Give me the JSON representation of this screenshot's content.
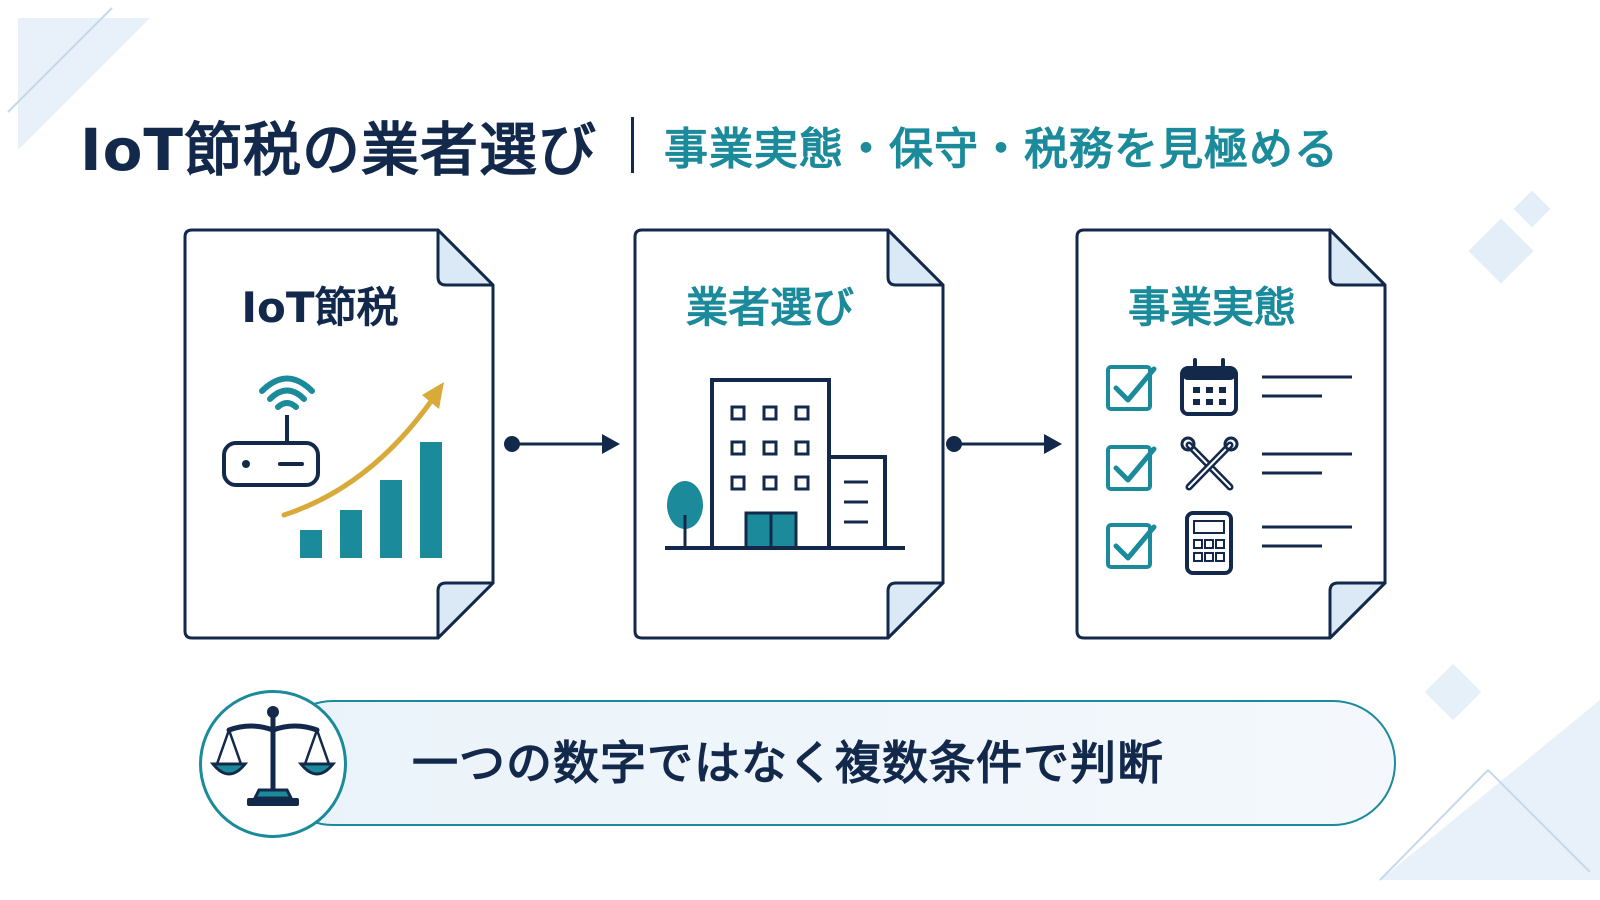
{
  "header": {
    "title_main": "IoT節税の業者選び",
    "title_sub": "事業実態・保守・税務を見極める"
  },
  "cards": [
    {
      "title": "IoT節税"
    },
    {
      "title": "業者選び"
    },
    {
      "title": "事業実態"
    }
  ],
  "banner": {
    "text": "一つの数字ではなく複数条件で判断"
  },
  "colors": {
    "navy": "#13294b",
    "teal": "#1b8a9a",
    "gold": "#d8aa3a",
    "paper_fold": "#dbe8f5",
    "background_shape": "#e8f1f9"
  },
  "icons": {
    "card1": [
      "wifi-router-icon",
      "growth-bar-chart-icon",
      "trend-arrow-icon"
    ],
    "card2": [
      "office-building-icon",
      "tree-icon"
    ],
    "card3": [
      "checkbox-icon",
      "calendar-icon",
      "tools-icon",
      "calculator-icon"
    ],
    "banner": [
      "balance-scale-icon"
    ]
  }
}
